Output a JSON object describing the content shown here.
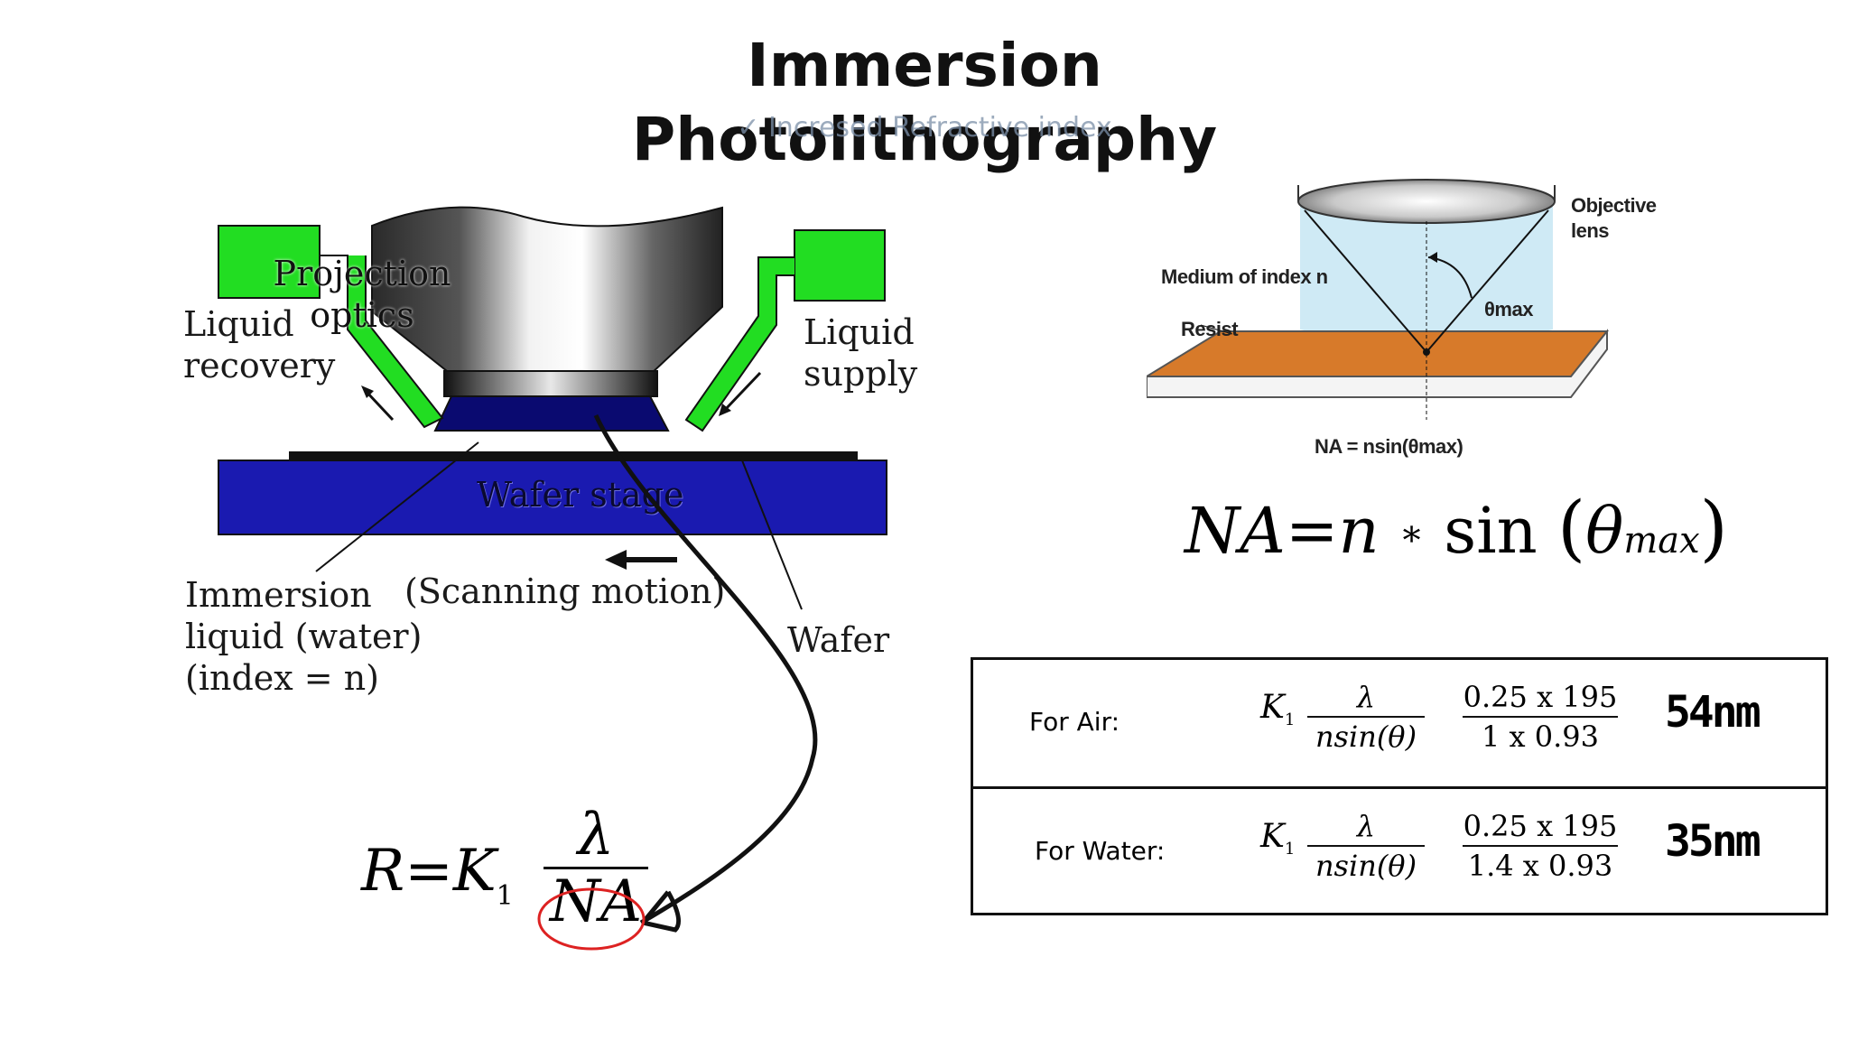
{
  "slide": {
    "title_line1": "Immersion",
    "title_line2": "Photolithography",
    "subtitle": "Incresed Refractive index"
  },
  "left_diagram": {
    "projection_optics": "Projection\noptics",
    "liquid_recovery_1": "Liquid",
    "liquid_recovery_2": "recovery",
    "liquid_supply_1": "Liquid",
    "liquid_supply_2": "supply",
    "wafer_stage": "Wafer stage",
    "immersion_1": "Immersion",
    "immersion_2": "liquid (water)",
    "immersion_3": "(index = n)",
    "scanning": "(Scanning motion)",
    "wafer": "Wafer"
  },
  "right_diagram": {
    "objective_lens_1": "Objective",
    "objective_lens_2": "lens",
    "medium": "Medium of index n",
    "resist": "Resist",
    "theta_max": "θmax",
    "na_formula_small": "NA = nsin(θmax)"
  },
  "formulas": {
    "na_lhs": "NA",
    "na_eq": "=n",
    "na_star": "∗",
    "na_sin": "sin",
    "na_theta": "θ",
    "na_sub": "max",
    "r_lhs": "R=K",
    "r_sub": "1",
    "r_num": "λ",
    "r_den": "NA"
  },
  "table": {
    "rows": [
      {
        "label": "For Air:",
        "k": "K",
        "k_sub": "1",
        "lam": "λ",
        "den": "nsin(θ)",
        "calc_num": "0.25 x 195",
        "calc_den": "1 x 0.93",
        "result": "54nm"
      },
      {
        "label": "For Water:",
        "k": "K",
        "k_sub": "1",
        "lam": "λ",
        "den": "nsin(θ)",
        "calc_num": "0.25 x 195",
        "calc_den": "1.4 x 0.93",
        "result": "35nm"
      }
    ]
  },
  "colors": {
    "green_pipes": "#22dd22",
    "wafer_stage": "#1a1ab0",
    "resist": "#d77a2a",
    "circle": "#dd2222"
  }
}
